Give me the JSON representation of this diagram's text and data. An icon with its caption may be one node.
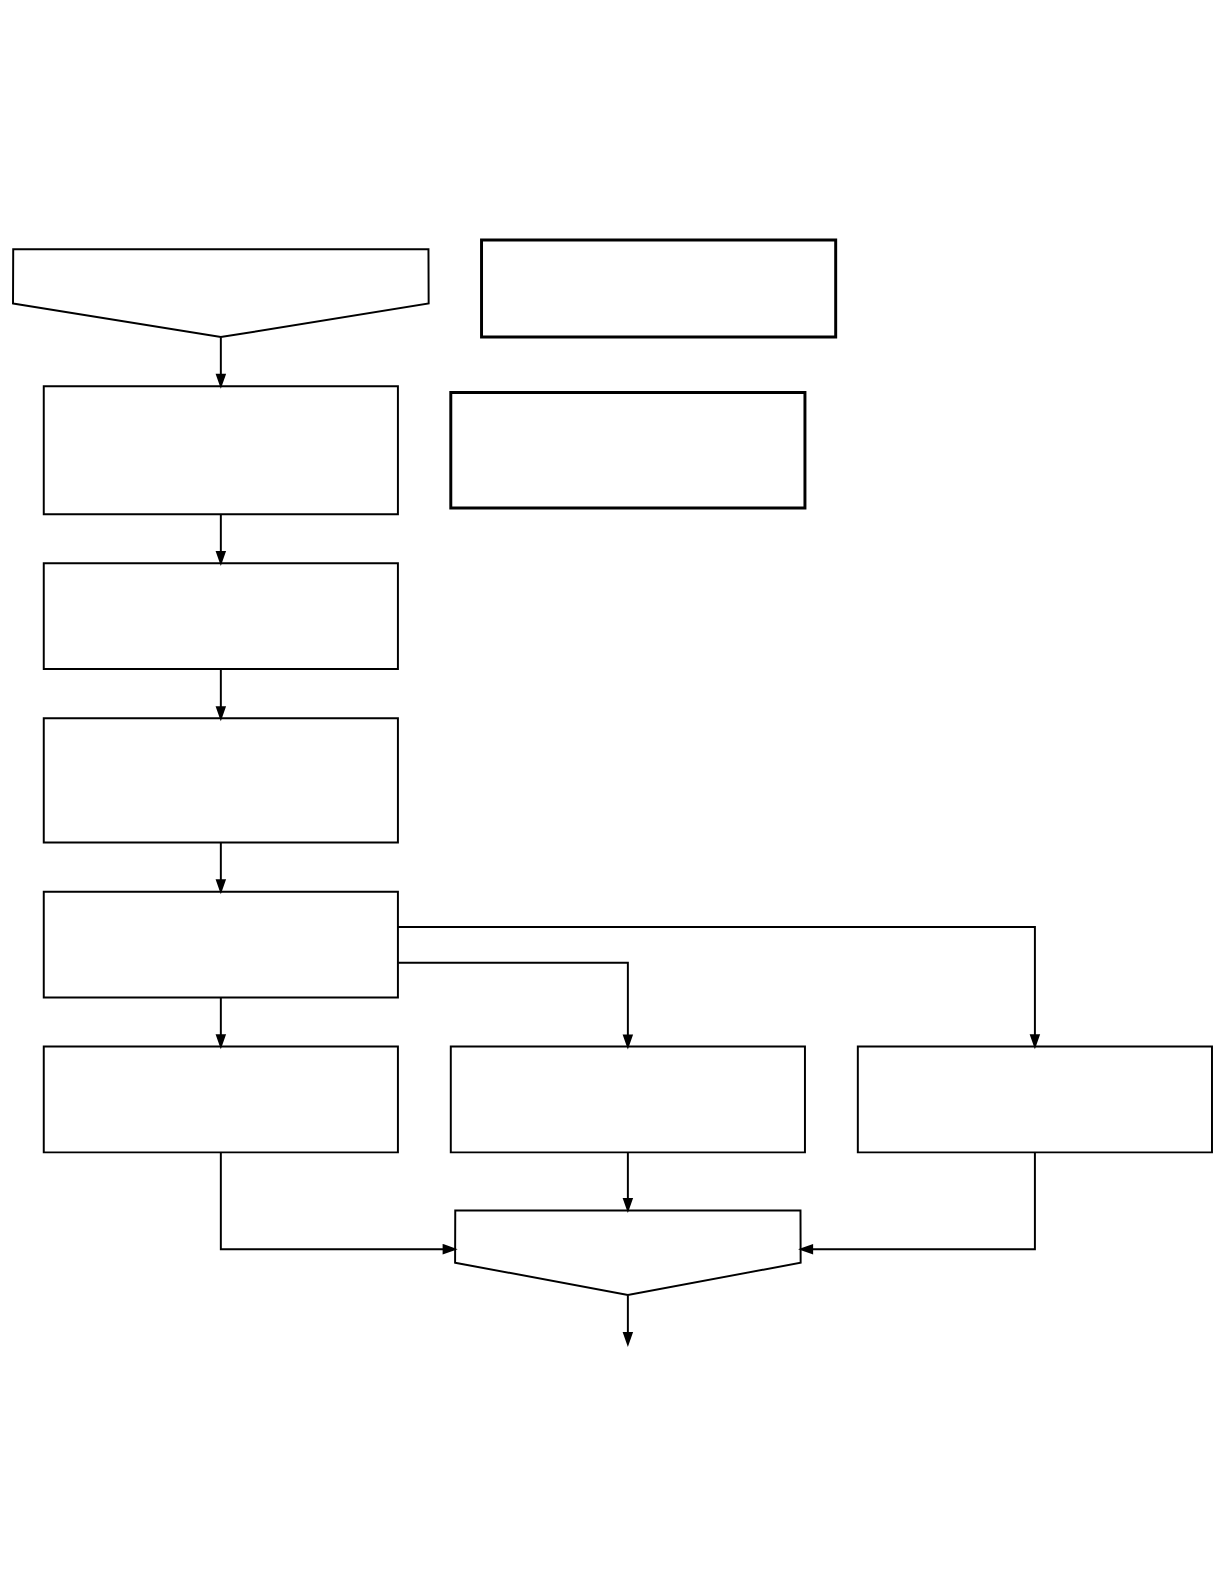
{
  "diagram": {
    "nodes": [
      {
        "text": [],
        "shape": "pentagon"
      },
      {
        "text": [],
        "shape": "box"
      },
      {
        "text": [],
        "shape": "box"
      },
      {
        "text": [],
        "shape": "box"
      },
      {
        "text": [],
        "shape": "box"
      },
      {
        "text": [],
        "shape": "box"
      },
      {
        "text": [],
        "shape": "box"
      },
      {
        "text": [],
        "shape": "box"
      },
      {
        "text": [],
        "shape": "box"
      },
      {
        "text": [],
        "shape": "box"
      },
      {
        "text": [],
        "shape": "pentagon"
      }
    ],
    "edges": [
      {
        "from": 0,
        "to": 2,
        "arrow": "to"
      },
      {
        "from": 2,
        "to": 4,
        "arrow": "to"
      },
      {
        "from": 4,
        "to": 5,
        "arrow": "to"
      },
      {
        "from": 5,
        "to": 6,
        "arrow": "to"
      },
      {
        "from": 6,
        "to": 7,
        "arrow": "to"
      },
      {
        "from": 6,
        "to": 8,
        "arrow": "to"
      },
      {
        "from": 6,
        "to": 9,
        "arrow": "to"
      },
      {
        "from": 7,
        "to": 10,
        "arrow": "to"
      },
      {
        "from": 8,
        "to": 10,
        "arrow": "to"
      },
      {
        "from": 9,
        "to": 10,
        "arrow": "to"
      },
      {
        "from": 10,
        "to": null,
        "arrow": "to"
      }
    ]
  }
}
